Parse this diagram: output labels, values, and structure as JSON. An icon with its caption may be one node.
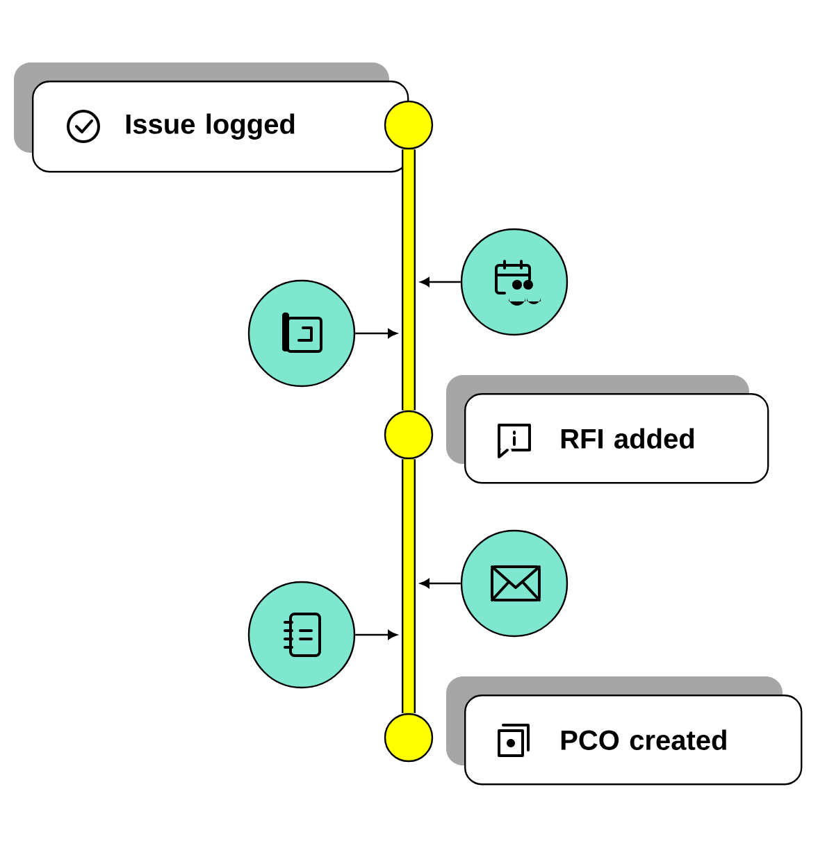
{
  "diagram": {
    "nodes": [
      {
        "text": [
          "Issue logged"
        ]
      },
      {
        "text": [],
        "shape": "circle"
      },
      {
        "text": [],
        "shape": "circle"
      },
      {
        "text": [],
        "shape": "circle"
      },
      {
        "text": [
          "RFI added"
        ]
      },
      {
        "text": [],
        "shape": "circle"
      },
      {
        "text": [],
        "shape": "circle"
      },
      {
        "text": [],
        "shape": "circle"
      },
      {
        "text": [
          "PCO created"
        ]
      },
      {
        "text": [],
        "shape": "circle"
      }
    ],
    "edges": [
      {
        "from": 1,
        "to": 5,
        "arrow": "none",
        "style": "thick",
        "color": "#ffff00"
      },
      {
        "from": 5,
        "to": 9,
        "arrow": "none",
        "style": "thick",
        "color": "#ffff00"
      },
      {
        "from": 2,
        "to": null,
        "arrow": "to"
      },
      {
        "from": 3,
        "to": null,
        "arrow": "to"
      },
      {
        "from": 6,
        "to": null,
        "arrow": "to"
      },
      {
        "from": 7,
        "to": null,
        "arrow": "to"
      }
    ]
  }
}
